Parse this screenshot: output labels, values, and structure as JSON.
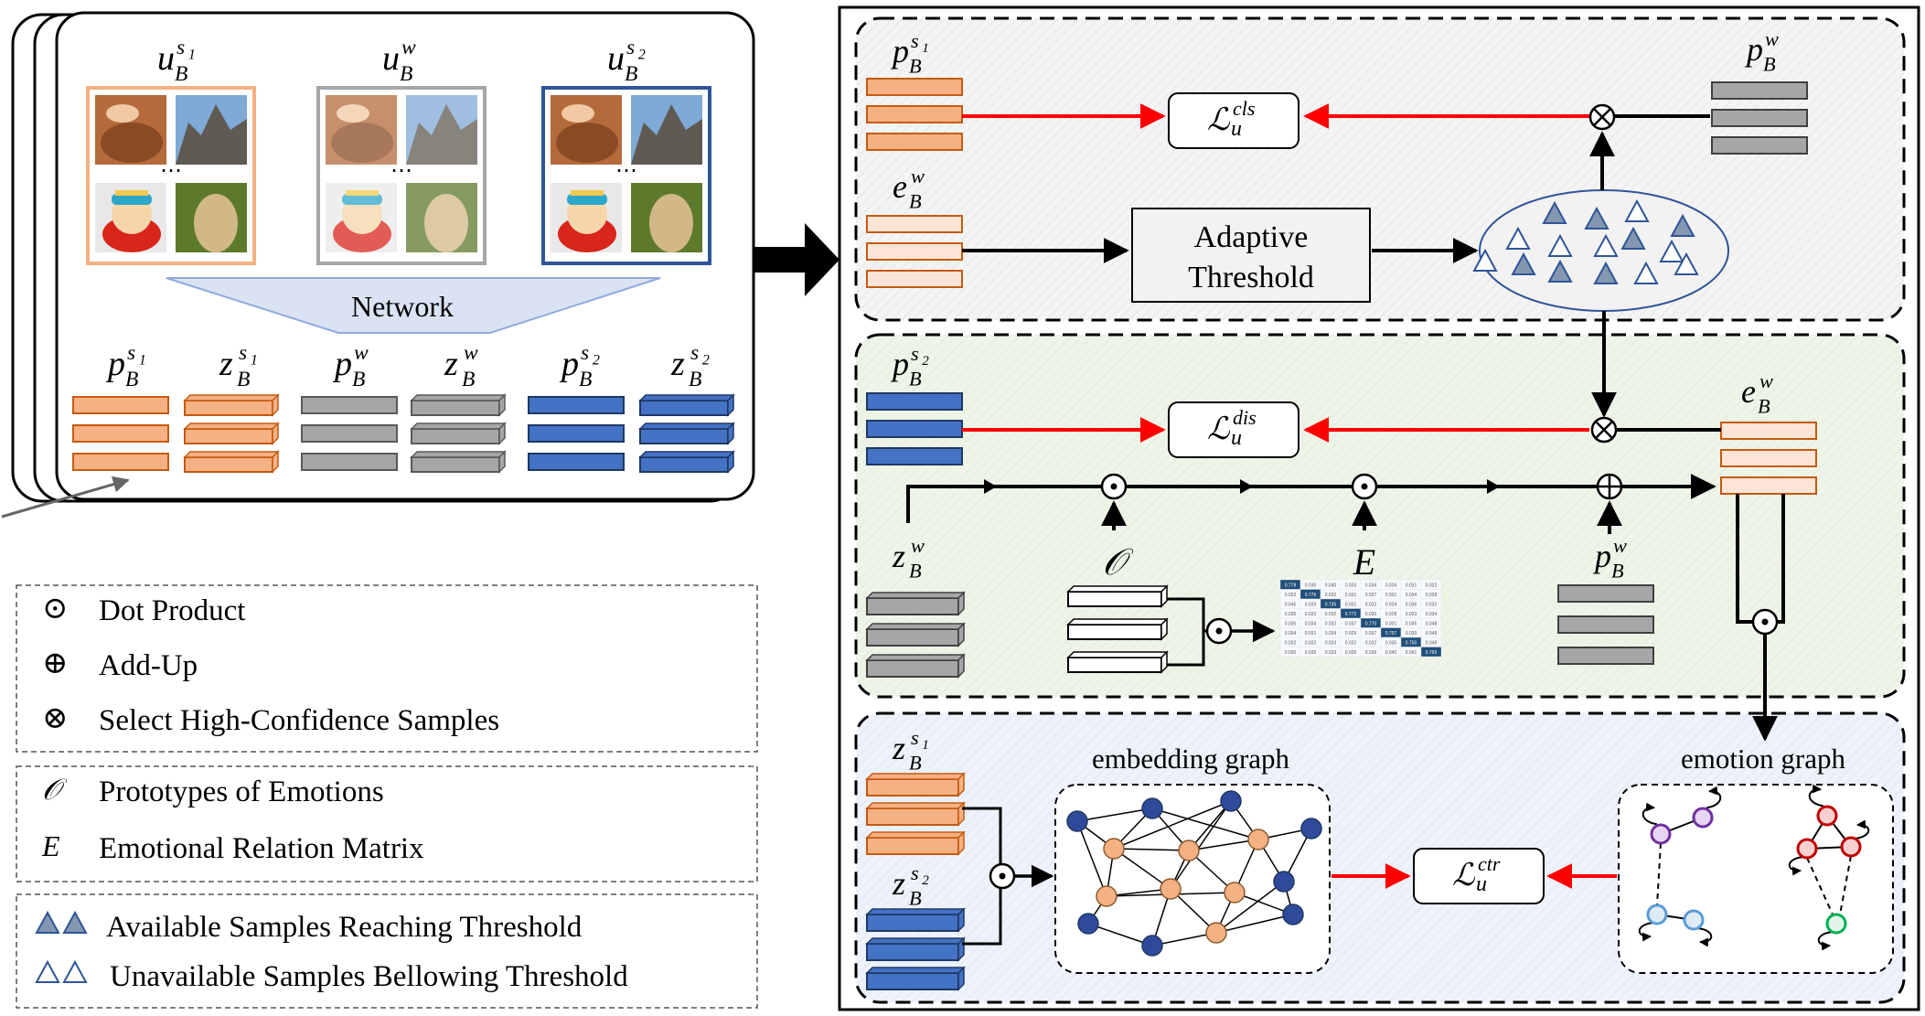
{
  "left_panel": {
    "u_labels": [
      {
        "base": "u",
        "sub": "B",
        "sup": "s",
        "supsub": "1"
      },
      {
        "base": "u",
        "sub": "B",
        "sup": "w",
        "supsub": ""
      },
      {
        "base": "u",
        "sub": "B",
        "sup": "s",
        "supsub": "2"
      }
    ],
    "ellipsis": "⋯",
    "network_label": "Network",
    "output_labels": [
      {
        "base": "p",
        "sub": "B",
        "sup": "s",
        "supsub": "1"
      },
      {
        "base": "z",
        "sub": "B",
        "sup": "s",
        "supsub": "1"
      },
      {
        "base": "p",
        "sub": "B",
        "sup": "w",
        "supsub": ""
      },
      {
        "base": "z",
        "sub": "B",
        "sup": "w",
        "supsub": ""
      },
      {
        "base": "p",
        "sub": "B",
        "sup": "s",
        "supsub": "2"
      },
      {
        "base": "z",
        "sub": "B",
        "sup": "s",
        "supsub": "2"
      }
    ]
  },
  "legend": {
    "group1": [
      {
        "symbol": "⊙",
        "text": "Dot Product"
      },
      {
        "symbol": "⊕",
        "text": "Add-Up"
      },
      {
        "symbol": "⊗",
        "text": "Select High-Confidence Samples"
      }
    ],
    "group2": [
      {
        "symbol": "𝒪",
        "text": "Prototypes of Emotions"
      },
      {
        "symbol": "E",
        "text": "Emotional Relation Matrix"
      }
    ],
    "group3": [
      {
        "symbol": "filled-triangles",
        "text": "Available Samples Reaching Threshold"
      },
      {
        "symbol": "empty-triangles",
        "text": "Unavailable Samples Bellowing Threshold"
      }
    ]
  },
  "top_section": {
    "p_s1": {
      "base": "p",
      "sub": "B",
      "sup": "s",
      "supsub": "1"
    },
    "p_w": {
      "base": "p",
      "sub": "B",
      "sup": "w",
      "supsub": ""
    },
    "e_w": {
      "base": "e",
      "sub": "B",
      "sup": "w",
      "supsub": ""
    },
    "loss": {
      "base": "ℒ",
      "sub": "u",
      "sup": "cls"
    },
    "adaptive_threshold": [
      "Adaptive",
      "Threshold"
    ]
  },
  "middle_section": {
    "p_s2": {
      "base": "p",
      "sub": "B",
      "sup": "s",
      "supsub": "2"
    },
    "e_w": {
      "base": "e",
      "sub": "B",
      "sup": "w",
      "supsub": ""
    },
    "z_w": {
      "base": "z",
      "sub": "B",
      "sup": "w",
      "supsub": ""
    },
    "p_w": {
      "base": "p",
      "sub": "B",
      "sup": "w",
      "supsub": ""
    },
    "loss": {
      "base": "ℒ",
      "sub": "u",
      "sup": "dis"
    },
    "prototypes_symbol": "𝒪",
    "matrix_symbol": "E",
    "matrix_values": [
      [
        "0.778",
        "0.030",
        "0.040",
        "0.033",
        "0.034",
        "0.034",
        "0.031",
        "0.032"
      ],
      [
        "0.032",
        "0.775",
        "0.032",
        "0.031",
        "0.037",
        "0.031",
        "0.034",
        "0.028"
      ],
      [
        "0.045",
        "0.033",
        "0.735",
        "0.031",
        "0.032",
        "0.034",
        "0.036",
        "0.032"
      ],
      [
        "0.035",
        "0.033",
        "0.032",
        "0.772",
        "0.030",
        "0.028",
        "0.033",
        "0.034"
      ],
      [
        "0.035",
        "0.034",
        "0.032",
        "0.037",
        "0.770",
        "0.031",
        "0.045",
        "0.048"
      ],
      [
        "0.034",
        "0.031",
        "0.034",
        "0.029",
        "0.037",
        "0.757",
        "0.030",
        "0.048"
      ],
      [
        "0.032",
        "0.032",
        "0.033",
        "0.032",
        "0.032",
        "0.035",
        "0.750",
        "0.049"
      ],
      [
        "0.030",
        "0.036",
        "0.033",
        "0.035",
        "0.036",
        "0.040",
        "0.061",
        "0.793"
      ]
    ]
  },
  "bottom_section": {
    "z_s1": {
      "base": "z",
      "sub": "B",
      "sup": "s",
      "supsub": "1"
    },
    "z_s2": {
      "base": "z",
      "sub": "B",
      "sup": "s",
      "supsub": "2"
    },
    "embedding_graph_title": "embedding graph",
    "emotion_graph_title": "emotion graph",
    "loss": {
      "base": "ℒ",
      "sub": "u",
      "sup": "ctr"
    }
  },
  "colors": {
    "orange": "#f4b183",
    "light_orange": "#fce4d6",
    "gray": "#a6a6a6",
    "blue": "#4472c4",
    "red_arrow": "#ff0000",
    "node_orange": "#f4b183",
    "node_blue": "#2f4a9a"
  }
}
